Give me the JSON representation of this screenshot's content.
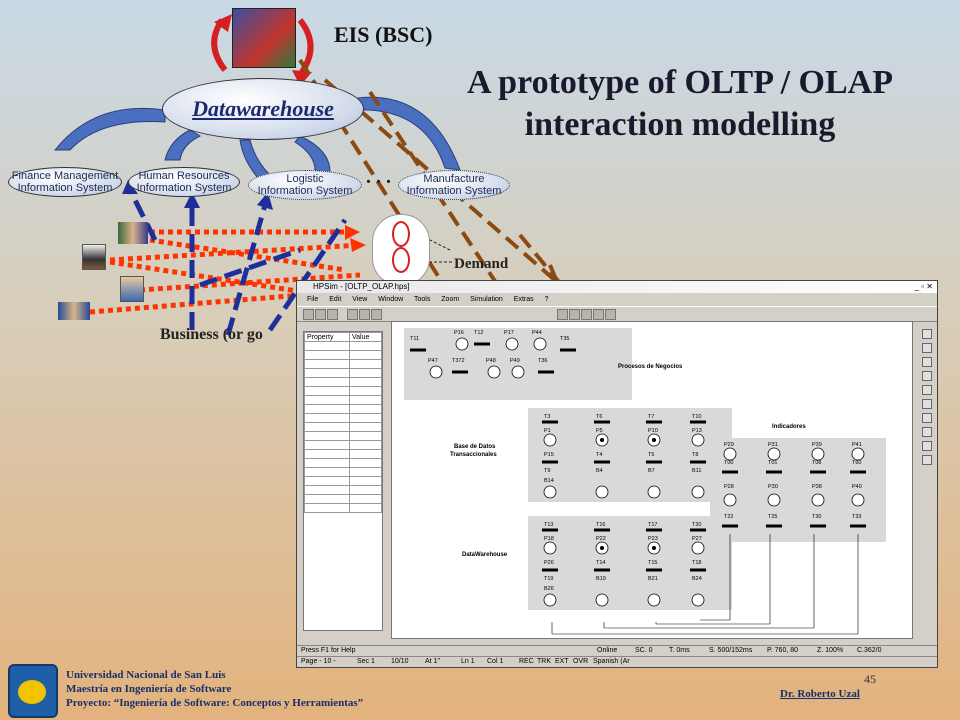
{
  "slide": {
    "title_line1": "A prototype of OLTP / OLAP",
    "title_line2": "interaction modelling",
    "eis_label": "EIS (BSC)",
    "datawarehouse_label": "Datawarehouse",
    "systems": [
      {
        "line1": "Finance Management",
        "line2": "Information System"
      },
      {
        "line1": "Human Resources",
        "line2": "Information System"
      },
      {
        "line1": "Logistic",
        "line2": "Information System"
      },
      {
        "line1": "Manufacture",
        "line2": "Information System"
      }
    ],
    "ellipsis": ". . .",
    "demand_label": "Demand",
    "business_label": "Business (or go",
    "page_number": "45",
    "author": "Dr. Roberto Uzal",
    "footer": {
      "line1": "Universidad Nacional de San Luis",
      "line2": "Maestría en Ingeniería de Software",
      "line3": "Proyecto: “Ingeniería de Software: Conceptos y Herramientas”"
    }
  },
  "window": {
    "title": "HPSim - [OLTP_OLAP.hps]",
    "menu": [
      "File",
      "Edit",
      "View",
      "Window",
      "Tools",
      "Zoom",
      "Simulation",
      "Extras",
      "?"
    ],
    "property_headers": [
      "Property",
      "Value"
    ],
    "status_left": "Press F1 for Help",
    "status_fields": [
      "Online",
      "SC. 0",
      "T. 0ms",
      "S. 500/152ms",
      "P. 760, 80",
      "Z. 100%",
      "C.362/0"
    ],
    "status2_fields": [
      "Page - 10 -",
      "Sec 1",
      "10/10",
      "At 1\"",
      "Ln 1",
      "Col 1",
      "REC",
      "TRK",
      "EXT",
      "OVR",
      "Spanish (Ar"
    ]
  },
  "petri": {
    "groups": [
      "Procesos de Negocios",
      "Indicadores",
      "Base de Datos",
      "Transaccionales",
      "DataWarehouse"
    ],
    "top_labels": [
      "T11",
      "P16",
      "T12",
      "P17",
      "P44",
      "T35",
      "P47",
      "T372",
      "P48",
      "P49",
      "T36"
    ],
    "mid_labels": [
      "T3",
      "T6",
      "T7",
      "T10",
      "P1",
      "P5",
      "P10",
      "P13",
      "P15",
      "T4",
      "T5",
      "T8",
      "T9",
      "B4",
      "B7",
      "B11",
      "B14"
    ],
    "ind_labels": [
      "P29",
      "P31",
      "P39",
      "P41",
      "T00",
      "T01",
      "T08",
      "T60",
      "P28",
      "P30",
      "P38",
      "P40",
      "T22",
      "T25",
      "T30",
      "T33"
    ],
    "low_labels": [
      "T13",
      "T16",
      "T17",
      "T20",
      "P18",
      "P22",
      "P23",
      "P27",
      "P26",
      "T14",
      "T15",
      "T18",
      "T19",
      "B19",
      "B21",
      "B24",
      "B26"
    ]
  }
}
